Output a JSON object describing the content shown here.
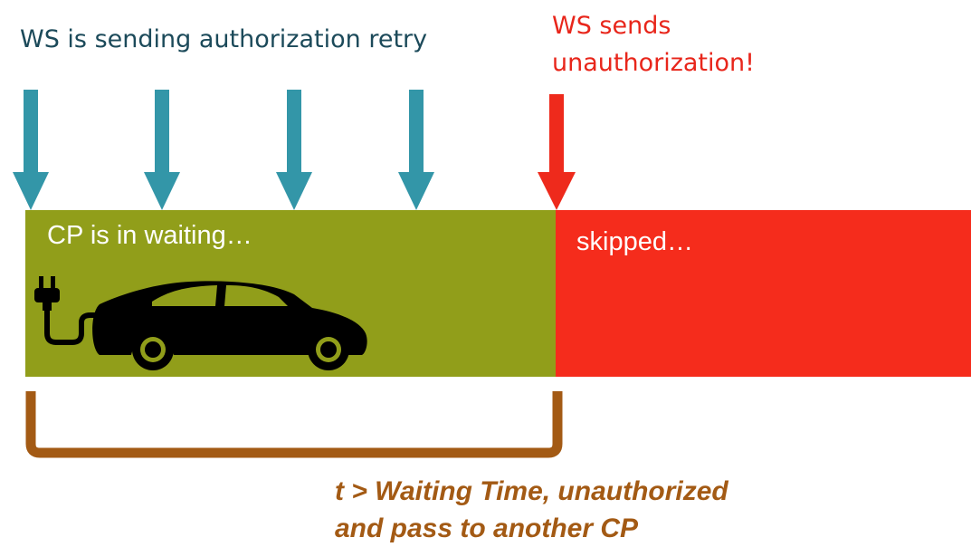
{
  "header": {
    "retry_label": "WS is sending authorization retry",
    "unauth_line1": "WS sends",
    "unauth_line2": "unauthorization!"
  },
  "timeline": {
    "waiting_label": "CP is in waiting…",
    "skipped_label": "skipped…"
  },
  "conclusion": {
    "line1": "t > Waiting Time, unauthorized",
    "line2": "and pass to another CP"
  },
  "colors": {
    "retry_arrow": "#3396a8",
    "unauth_arrow": "#ee2a1c",
    "waiting_bar": "#919e1a",
    "skipped_bar": "#f52c1c",
    "bracket": "#a35a14",
    "car": "#000000"
  },
  "icons": {
    "car": "ev-car-icon",
    "plug": "plug-icon"
  }
}
